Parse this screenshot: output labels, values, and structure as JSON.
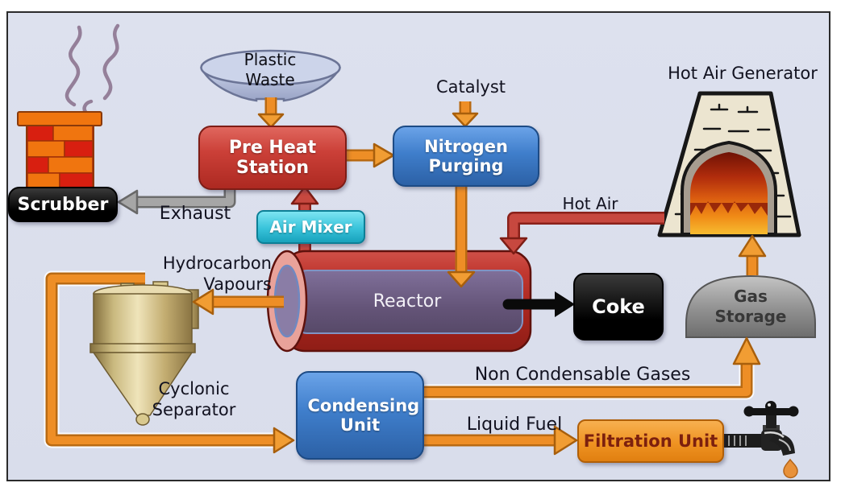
{
  "diagram": {
    "nodes": {
      "plastic_waste": "Plastic Waste",
      "pre_heat_station": "Pre Heat Station",
      "nitrogen_purging": "Nitrogen Purging",
      "catalyst": "Catalyst",
      "hot_air_generator": "Hot Air Generator",
      "scrubber": "Scrubber",
      "air_mixer": "Air Mixer",
      "reactor": "Reactor",
      "coke": "Coke",
      "gas_storage": "Gas Storage",
      "cyclonic_separator": "Cyclonic Separator",
      "condensing_unit": "Condensing Unit",
      "filtration_unit": "Filtration Unit"
    },
    "flows": {
      "exhaust": "Exhaust",
      "hot_air": "Hot Air",
      "hydrocarbon_vapours": "Hydrocarbon Vapours",
      "non_condensable_gases": "Non Condensable Gases",
      "liquid_fuel": "Liquid Fuel"
    },
    "icons": {
      "chimney": "brick-chimney-with-smoke",
      "funnel": "feed-funnel",
      "kiln": "stone-furnace-with-fire",
      "cyclone": "cyclone-separator-vessel",
      "dome": "gas-storage-dome",
      "reactor_vessel": "horizontal-cylindrical-reactor",
      "faucet": "tap-with-fuel-drop"
    },
    "colors": {
      "background": "#dde1ee",
      "orange_flow": "#ee8e26",
      "red_flow": "#c7483f",
      "gray_flow": "#a6a6a6",
      "black_flow": "#0a0a0a",
      "red_box": "#cb4038",
      "blue_box": "#3f7ecb",
      "cyan_box": "#38c3da",
      "black_box": "#0d0d0d",
      "orange_box": "#ef9322",
      "gray_dome": "#909090"
    }
  }
}
